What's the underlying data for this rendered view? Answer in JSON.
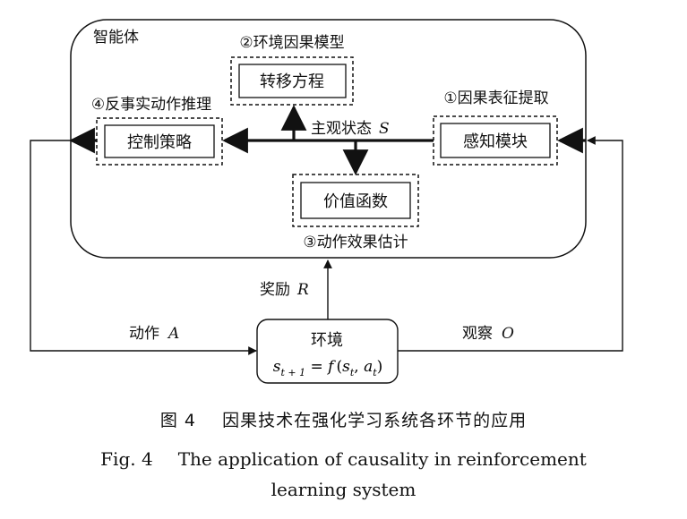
{
  "agent": {
    "label": "智能体"
  },
  "modules": {
    "transfer": {
      "label": "转移方程",
      "annotation": "②环境因果模型"
    },
    "control": {
      "label": "控制策略",
      "annotation": "④反事实动作推理"
    },
    "perception": {
      "label": "感知模块",
      "annotation": "①因果表征提取"
    },
    "value": {
      "label": "价值函数",
      "annotation": "③动作效果估计"
    }
  },
  "subjective_state": {
    "label": "主观状态",
    "symbol": "S"
  },
  "environment": {
    "label": "环境",
    "equation": {
      "lhs": "s",
      "lhs_sub": "t + 1",
      "eq": " = ",
      "func": "f",
      "open": "(",
      "a1": "s",
      "a1_sub": "t",
      "comma": ", ",
      "a2": "a",
      "a2_sub": "t",
      "close": ")"
    }
  },
  "signals": {
    "reward": {
      "label": "奖励",
      "symbol": "R"
    },
    "action": {
      "label": "动作",
      "symbol": "A"
    },
    "observation": {
      "label": "观察",
      "symbol": "O"
    }
  },
  "caption": {
    "cn_fig": "图 4",
    "cn_text": "因果技术在强化学习系统各环节的应用",
    "en_fig": "Fig. 4",
    "en_text_line1": "The application of causality in reinforcement",
    "en_text_line2": "learning system"
  }
}
